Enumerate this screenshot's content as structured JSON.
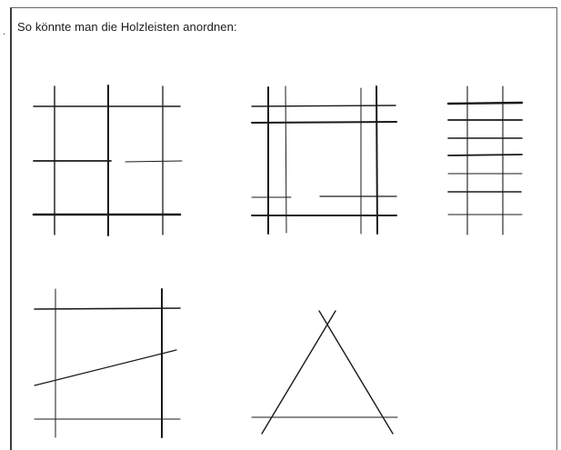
{
  "document": {
    "heading": "So könnte man die Holzleisten anordnen:"
  },
  "figures": [
    {
      "id": "fig-1",
      "arrangement": "grid-three-by-three"
    },
    {
      "id": "fig-2",
      "arrangement": "grid-four-by-four"
    },
    {
      "id": "fig-3",
      "arrangement": "ladder-two-posts-seven-rungs"
    },
    {
      "id": "fig-4",
      "arrangement": "square-with-diagonal"
    },
    {
      "id": "fig-5",
      "arrangement": "triangle"
    }
  ]
}
